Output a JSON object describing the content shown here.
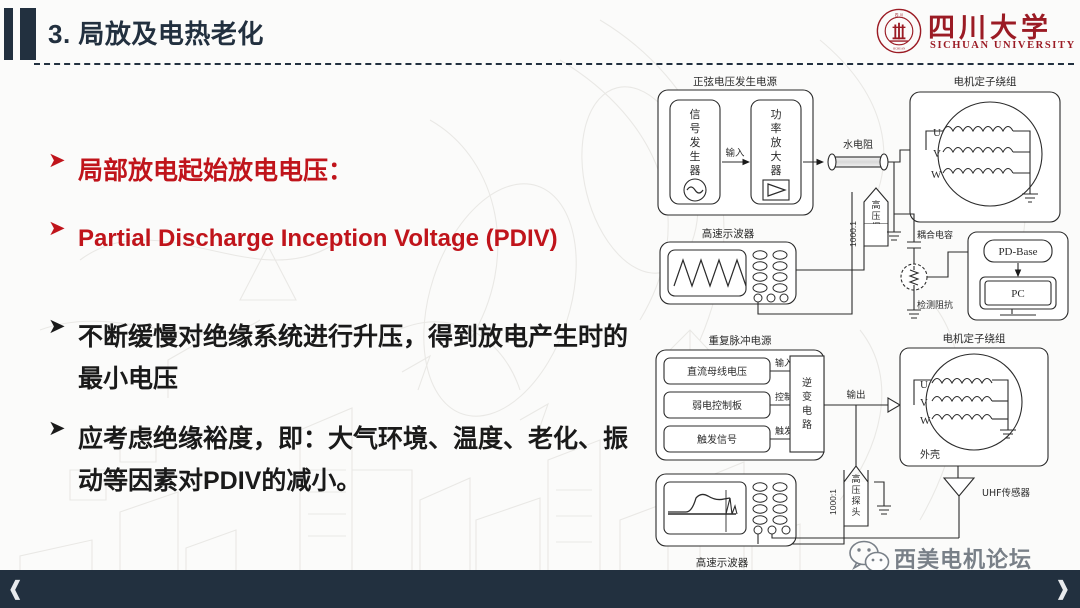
{
  "header": {
    "title": "3. 局放及电热老化",
    "logo": {
      "cn": "四川大学",
      "en": "SICHUAN UNIVERSITY",
      "seal_text": "SICHUAN UNIVERSITY",
      "color": "#9b1b24"
    },
    "accent_color": "#22303f"
  },
  "bullets": [
    {
      "marker": "➤",
      "text": "局部放电起始放电电压：",
      "color": "#c0141b"
    },
    {
      "marker": "➤",
      "text": "Partial Discharge Inception Voltage (PDIV)",
      "color": "#c0141b"
    },
    {
      "marker": "➤",
      "text": "不断缓慢对绝缘系统进行升压，得到放电产生时的最小电压",
      "color": "#1a1a1a"
    },
    {
      "marker": "➤",
      "text": "应考虑绝缘裕度，即：大气环境、温度、老化、振动等因素对PDIV的减小。",
      "color": "#1a1a1a"
    }
  ],
  "diagram_top": {
    "title_source": "正弦电压发生电源",
    "block_signal_generator": "信号发生器",
    "block_power_amplifier": "功率放大器",
    "label_input": "输入",
    "label_water_resistor": "水电阻",
    "title_stator": "电机定子绕组",
    "phase_u": "U",
    "phase_v": "V",
    "phase_w": "W",
    "label_hv_probe": "高压探头",
    "label_ratio": "1000:1",
    "label_coupling_cap": "耦合电容",
    "label_detect_impedance": "检测阻抗",
    "label_pd_base": "PD-Base",
    "label_pc": "PC",
    "title_oscilloscope": "高速示波器"
  },
  "diagram_bottom": {
    "title_source": "重复脉冲电源",
    "block_dc_bus": "直流母线电压",
    "block_control_board": "弱电控制板",
    "block_trigger_signal": "触发信号",
    "label_input": "输入",
    "label_control": "控制",
    "label_trigger": "触发",
    "block_inverter": "逆变电路",
    "label_output": "输出",
    "title_stator": "电机定子绕组",
    "phase_u": "U",
    "phase_v": "V",
    "phase_w": "W",
    "label_casing": "外壳",
    "label_uhf_sensor": "UHF传感器",
    "label_hv_probe": "高压探头",
    "label_ratio": "1000:1",
    "title_oscilloscope": "高速示波器"
  },
  "watermark": {
    "text": "西美电机论坛",
    "icon": "wechat-icon"
  },
  "bottom_nav": {
    "prev": "❰",
    "next": "❱"
  }
}
